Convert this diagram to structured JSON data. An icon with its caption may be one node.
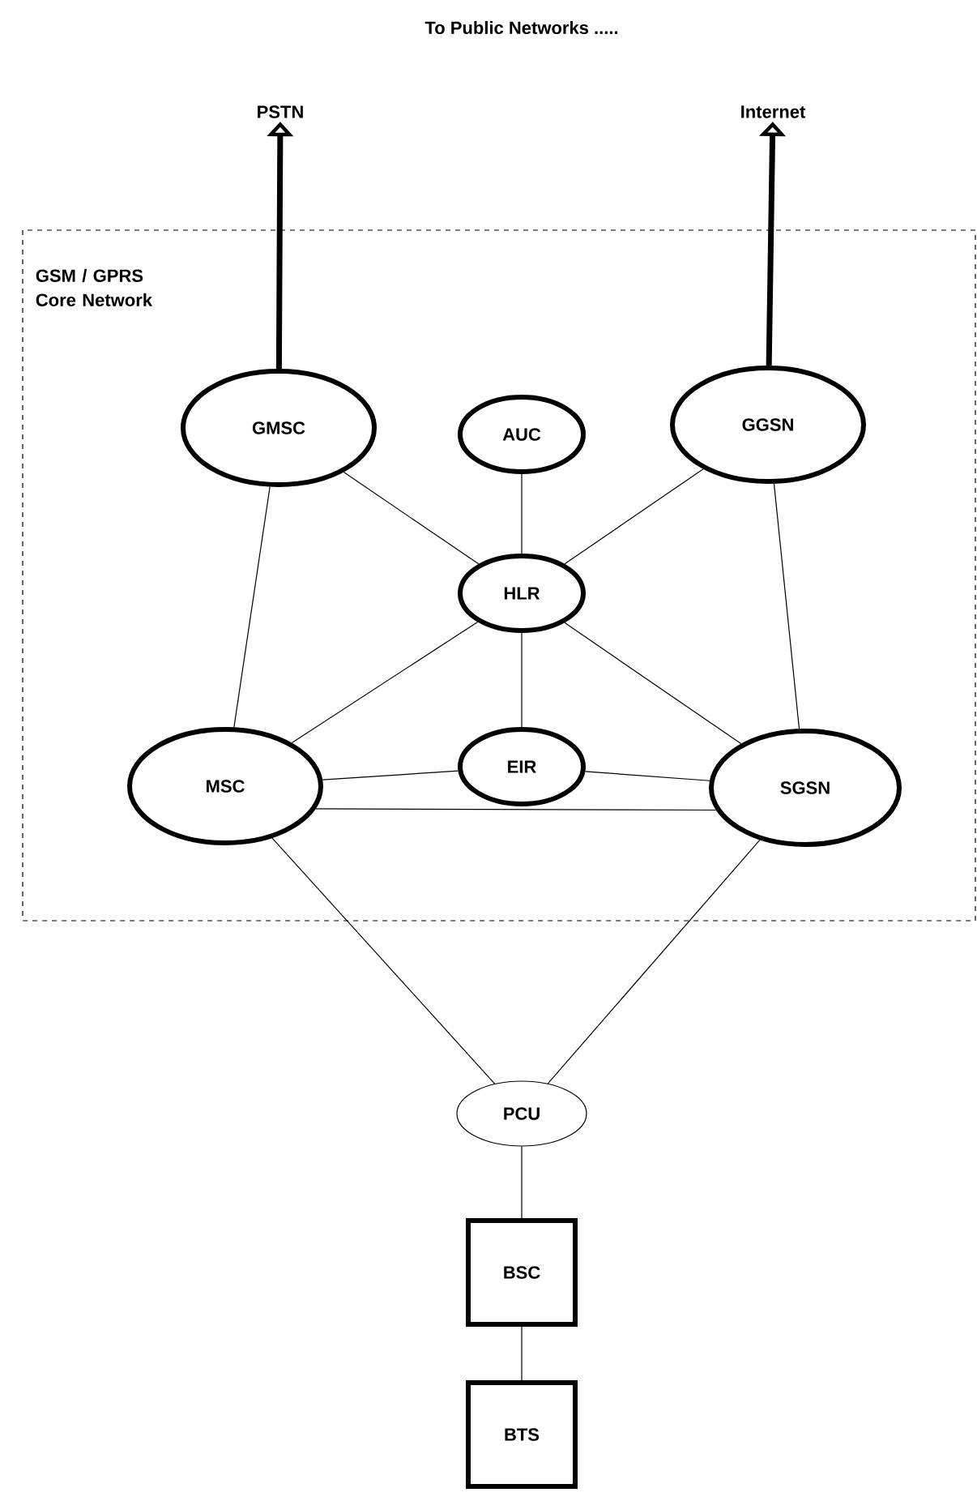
{
  "diagram": {
    "title": "To Public Networks .....",
    "nodes": [
      {
        "text": [
          "GSM / GPRS Core Network"
        ]
      },
      {
        "text": [
          "PSTN"
        ]
      },
      {
        "text": [
          "Internet"
        ]
      },
      {
        "text": [
          "GMSC"
        ],
        "in": 0
      },
      {
        "text": [
          "AUC"
        ],
        "in": 0
      },
      {
        "text": [
          "GGSN"
        ],
        "in": 0
      },
      {
        "text": [
          "HLR"
        ],
        "in": 0
      },
      {
        "text": [
          "MSC"
        ],
        "in": 0
      },
      {
        "text": [
          "EIR"
        ],
        "in": 0
      },
      {
        "text": [
          "SGSN"
        ],
        "in": 0
      },
      {
        "text": [
          "PCU"
        ]
      },
      {
        "text": [
          "BSC"
        ]
      },
      {
        "text": [
          "BTS"
        ]
      }
    ],
    "edges": [
      {
        "from": 3,
        "to": 1,
        "arrow": "to",
        "style": "thick"
      },
      {
        "from": 5,
        "to": 2,
        "arrow": "to",
        "style": "thick"
      },
      {
        "from": 3,
        "to": 7,
        "arrow": "none"
      },
      {
        "from": 3,
        "to": 6,
        "arrow": "none"
      },
      {
        "from": 4,
        "to": 6,
        "arrow": "none"
      },
      {
        "from": 5,
        "to": 6,
        "arrow": "none"
      },
      {
        "from": 5,
        "to": 9,
        "arrow": "none"
      },
      {
        "from": 6,
        "to": 7,
        "arrow": "none"
      },
      {
        "from": 6,
        "to": 8,
        "arrow": "none"
      },
      {
        "from": 6,
        "to": 9,
        "arrow": "none"
      },
      {
        "from": 7,
        "to": 8,
        "arrow": "none"
      },
      {
        "from": 8,
        "to": 9,
        "arrow": "none"
      },
      {
        "from": 7,
        "to": 9,
        "arrow": "none"
      },
      {
        "from": 7,
        "to": 10,
        "arrow": "none"
      },
      {
        "from": 9,
        "to": 10,
        "arrow": "none"
      },
      {
        "from": 10,
        "to": 11,
        "arrow": "none"
      },
      {
        "from": 11,
        "to": 12,
        "arrow": "none"
      }
    ]
  }
}
